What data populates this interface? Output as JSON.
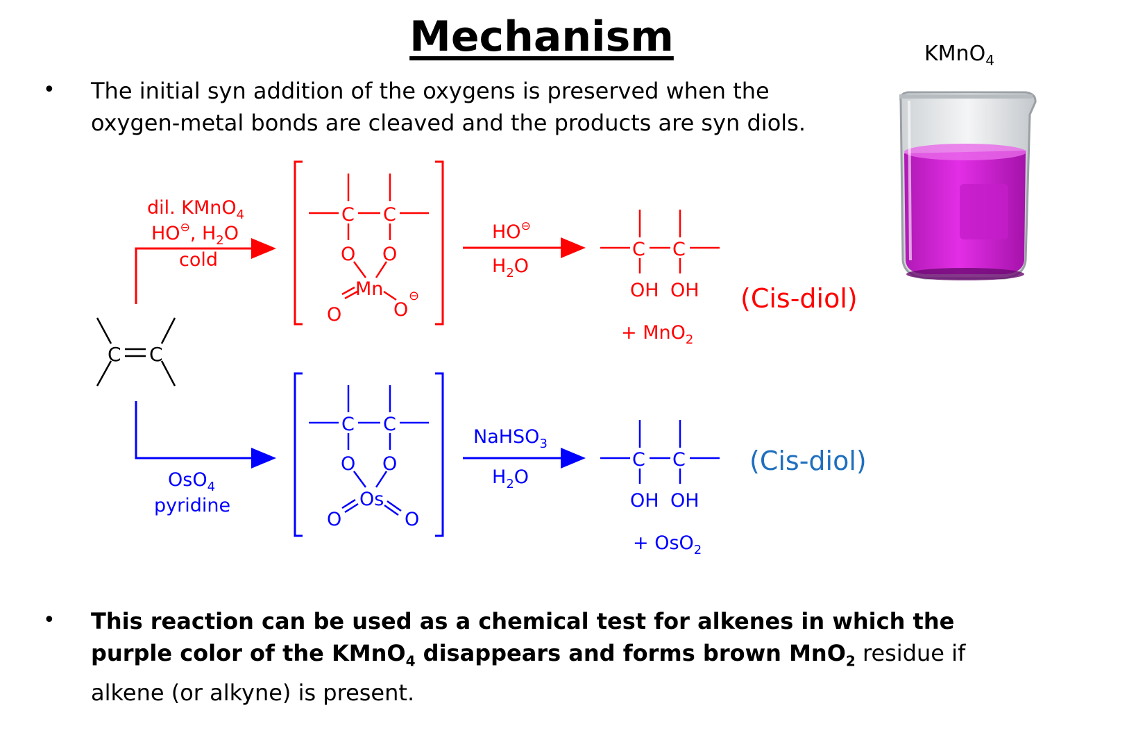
{
  "title": "Mechanism",
  "bullets": [
    {
      "symbol": "•",
      "text": "The initial syn addition of the oxygens is preserved when the oxygen-metal bonds are cleaved and the products are syn diols."
    },
    {
      "symbol": "•",
      "bold_part_1": "This reaction can be used as a chemical test for alkenes in which the purple color of the KMnO",
      "bold_sub_1": "4",
      "bold_part_2": " disappears and forms brown MnO",
      "bold_sub_2": "2",
      "normal_part": " residue if alkene (or alkyne) is present."
    }
  ],
  "beaker": {
    "label": "KMnO",
    "label_sub": "4",
    "liquid_color": "#d21fd6"
  },
  "diagram": {
    "alkene": {
      "left_atom": "C",
      "bond": "=",
      "right_atom": "C"
    },
    "top_route": {
      "color": "#ff0000",
      "reagent_line1": "dil. KMnO",
      "reagent_line1_sub": "4",
      "reagent_line2_a": "HO",
      "reagent_line2_sup": "⊖",
      "reagent_line2_b": ", H",
      "reagent_line2_sub": "2",
      "reagent_line2_c": "O",
      "reagent_line3": "cold",
      "intermediate": {
        "c1": "C",
        "c2": "C",
        "o1": "O",
        "o2": "O",
        "metal": "Mn",
        "o_oxo": "O",
        "o_minus": "O",
        "minus": "⊖"
      },
      "step2_top_a": "HO",
      "step2_top_sup": "⊖",
      "step2_bottom_a": "H",
      "step2_bottom_sub": "2",
      "step2_bottom_b": "O",
      "product": {
        "c1": "C",
        "c2": "C",
        "oh1": "OH",
        "oh2": "OH"
      },
      "byproduct_a": "+ MnO",
      "byproduct_sub": "2",
      "result_label": "(Cis-diol)",
      "result_color": "#ff0000"
    },
    "bottom_route": {
      "color": "#0000ff",
      "reagent_line1": "OsO",
      "reagent_line1_sub": "4",
      "reagent_line2": "pyridine",
      "intermediate": {
        "c1": "C",
        "c2": "C",
        "o1": "O",
        "o2": "O",
        "metal": "Os",
        "o_left": "O",
        "o_right": "O"
      },
      "step2_top_a": "NaHSO",
      "step2_top_sub": "3",
      "step2_bottom_a": "H",
      "step2_bottom_sub": "2",
      "step2_bottom_b": "O",
      "product": {
        "c1": "C",
        "c2": "C",
        "oh1": "OH",
        "oh2": "OH"
      },
      "byproduct_a": "+ OsO",
      "byproduct_sub": "2",
      "result_label": "(Cis-diol)",
      "result_color": "#1f6fbf"
    }
  }
}
